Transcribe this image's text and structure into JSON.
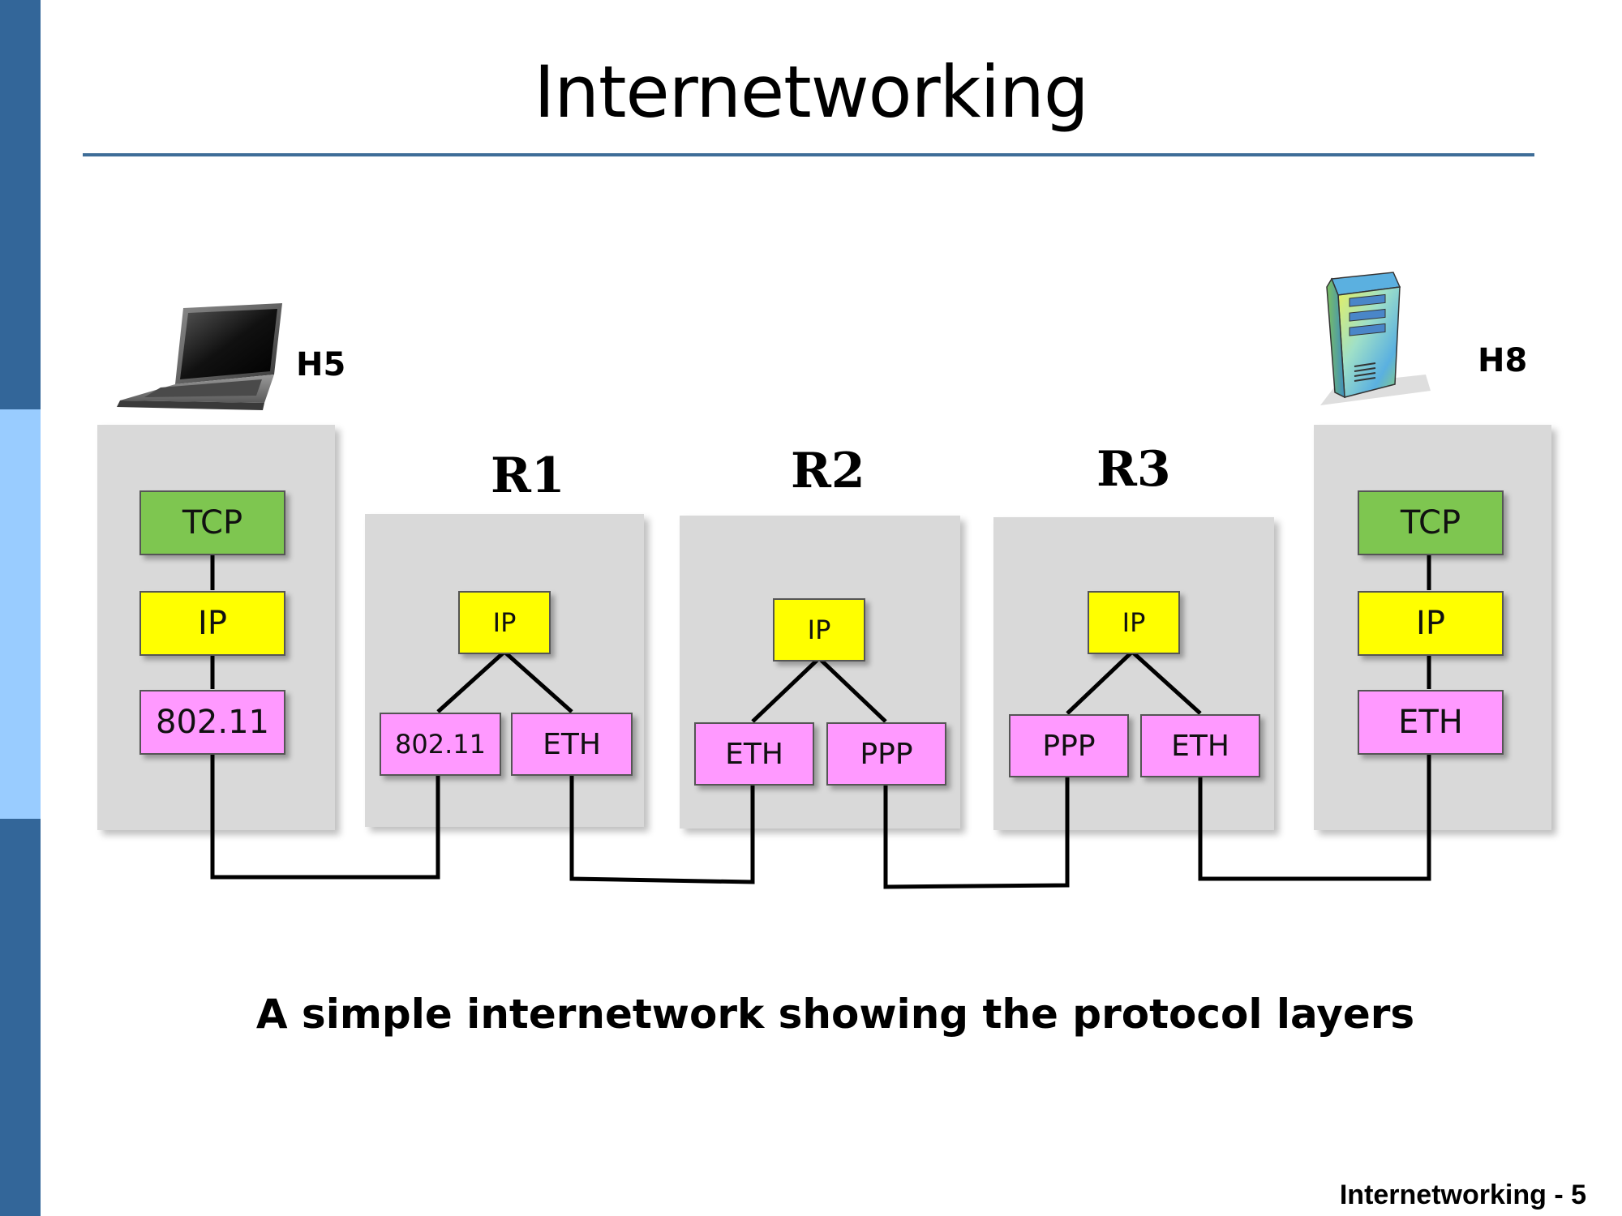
{
  "slide": {
    "title": "Internetworking",
    "caption": "A simple internetwork showing the protocol layers",
    "footer": "Internetworking - 5"
  },
  "colors": {
    "sidebar_dark": "#336699",
    "sidebar_light": "#99ccff",
    "rule": "#3e6d98",
    "box": "#d9d9d9",
    "tcp": "#7ec650",
    "ip": "#ffff00",
    "link": "#ff99ff"
  },
  "icons": {
    "laptop": "laptop-icon",
    "server": "server-icon"
  },
  "nodes": {
    "h5": {
      "label": "H5",
      "tcp": "TCP",
      "ip": "IP",
      "link": "802.11"
    },
    "r1": {
      "label": "R1",
      "ip": "IP",
      "link_left": "802.11",
      "link_right": "ETH"
    },
    "r2": {
      "label": "R2",
      "ip": "IP",
      "link_left": "ETH",
      "link_right": "PPP"
    },
    "r3": {
      "label": "R3",
      "ip": "IP",
      "link_left": "PPP",
      "link_right": "ETH"
    },
    "h8": {
      "label": "H8",
      "tcp": "TCP",
      "ip": "IP",
      "link": "ETH"
    }
  }
}
